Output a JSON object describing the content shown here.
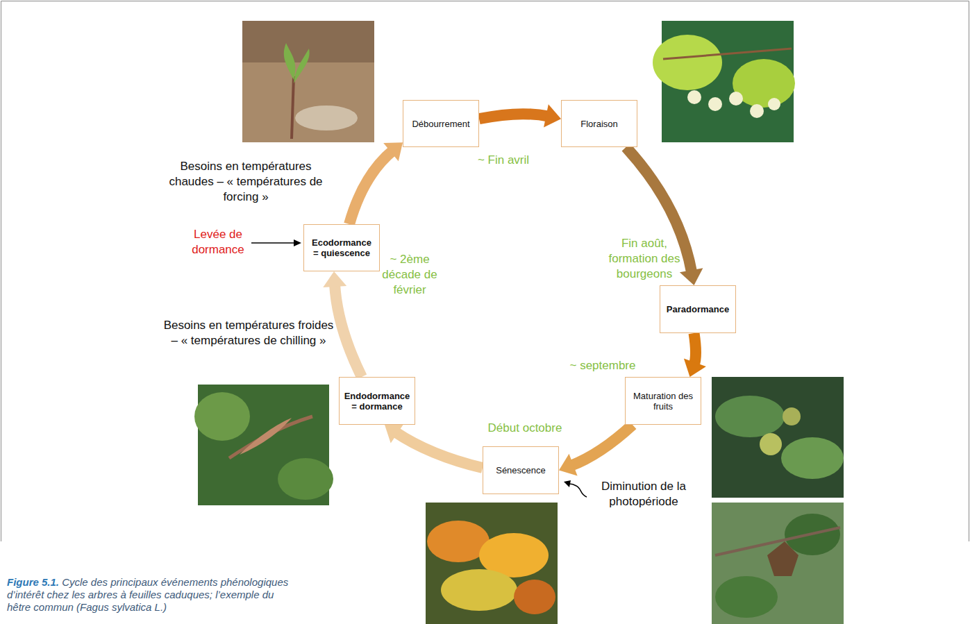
{
  "diagram": {
    "caption": "Figure 5.1. Cycle des principaux événements phénologiques d’intérêt chez les arbres à feuilles caduques; l’exemple du hêtre commun (Fagus sylvatica L.)",
    "nodes": [
      {
        "text": [
          "Débourrement"
        ]
      },
      {
        "text": [
          "Floraison"
        ]
      },
      {
        "text": [
          "Paradormance"
        ]
      },
      {
        "text": [
          "Maturation des fruits"
        ]
      },
      {
        "text": [
          "Sénescence"
        ]
      },
      {
        "text": [
          "Endodormance = dormance"
        ]
      },
      {
        "text": [
          "Ecodormance = quiescence"
        ]
      }
    ],
    "edges": [
      {
        "from": 0,
        "to": 1,
        "arrow": "to"
      },
      {
        "from": 1,
        "to": 2,
        "arrow": "to"
      },
      {
        "from": 2,
        "to": 3,
        "arrow": "to"
      },
      {
        "from": 3,
        "to": 4,
        "arrow": "to"
      },
      {
        "from": 4,
        "to": 5,
        "arrow": "to"
      },
      {
        "from": 5,
        "to": 6,
        "arrow": "to"
      },
      {
        "from": 6,
        "to": 0,
        "arrow": "to"
      }
    ],
    "labels": [
      "Besoins en températures chaudes – « températures de forcing »",
      "Levée de dormance",
      "Besoins en températures froides – « températures de chilling »",
      "~ Fin avril",
      "~ 2ème décade de février",
      "Fin août, formation des bourgeons",
      "~ septembre",
      "Début octobre",
      "Diminution de la photopériode"
    ]
  }
}
